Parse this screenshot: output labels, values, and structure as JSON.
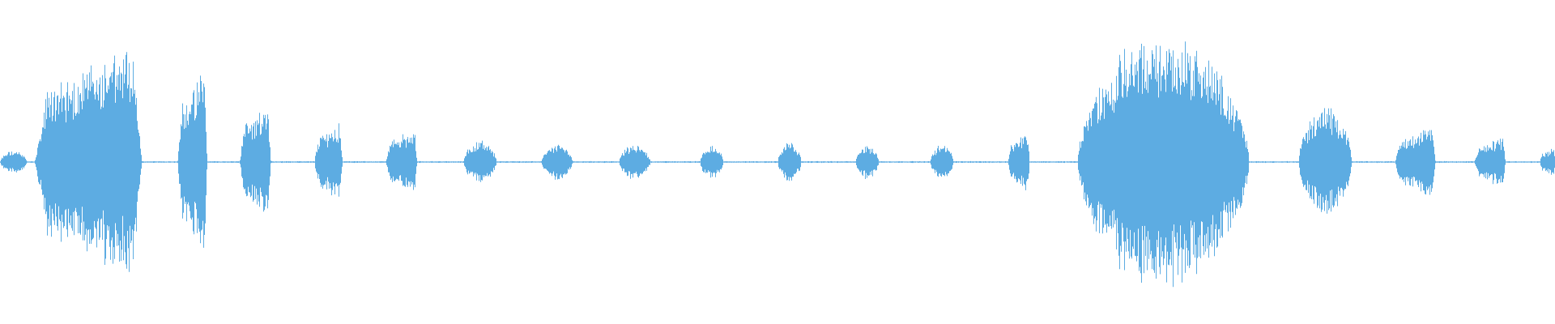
{
  "waveform": {
    "color": "#5DACE2",
    "background": "#FFFFFF",
    "baseline_amplitude": 0.004,
    "segments": [
      {
        "start": 0.0,
        "end": 0.017,
        "peak": 0.08,
        "shape": "dome"
      },
      {
        "start": 0.022,
        "end": 0.091,
        "peak": 0.83,
        "shape": "rise"
      },
      {
        "start": 0.114,
        "end": 0.133,
        "peak": 0.65,
        "shape": "rise"
      },
      {
        "start": 0.154,
        "end": 0.174,
        "peak": 0.42,
        "shape": "rise"
      },
      {
        "start": 0.202,
        "end": 0.22,
        "peak": 0.28,
        "shape": "rise"
      },
      {
        "start": 0.248,
        "end": 0.268,
        "peak": 0.24,
        "shape": "rise"
      },
      {
        "start": 0.298,
        "end": 0.319,
        "peak": 0.15,
        "shape": "dome"
      },
      {
        "start": 0.348,
        "end": 0.368,
        "peak": 0.12,
        "shape": "dome"
      },
      {
        "start": 0.398,
        "end": 0.418,
        "peak": 0.12,
        "shape": "dome"
      },
      {
        "start": 0.45,
        "end": 0.465,
        "peak": 0.12,
        "shape": "dome"
      },
      {
        "start": 0.5,
        "end": 0.515,
        "peak": 0.14,
        "shape": "dome"
      },
      {
        "start": 0.55,
        "end": 0.565,
        "peak": 0.12,
        "shape": "dome"
      },
      {
        "start": 0.598,
        "end": 0.613,
        "peak": 0.12,
        "shape": "dome"
      },
      {
        "start": 0.648,
        "end": 0.662,
        "peak": 0.22,
        "shape": "rise"
      },
      {
        "start": 0.693,
        "end": 0.803,
        "peak": 0.89,
        "shape": "dome"
      },
      {
        "start": 0.835,
        "end": 0.869,
        "peak": 0.38,
        "shape": "dome"
      },
      {
        "start": 0.897,
        "end": 0.923,
        "peak": 0.26,
        "shape": "rise"
      },
      {
        "start": 0.948,
        "end": 0.968,
        "peak": 0.18,
        "shape": "rise"
      },
      {
        "start": 0.99,
        "end": 1.0,
        "peak": 0.1,
        "shape": "rise"
      }
    ]
  }
}
